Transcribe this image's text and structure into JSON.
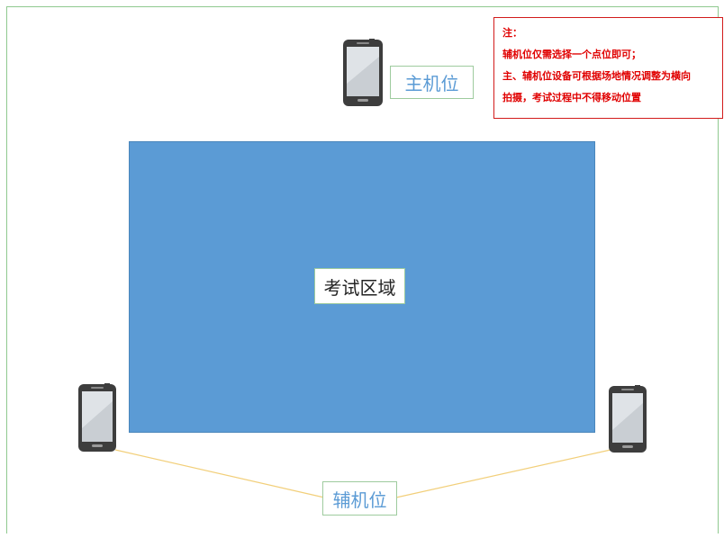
{
  "note": {
    "title": "注：",
    "line1": "辅机位仅需选择一个点位即可；",
    "line2": "主、辅机位设备可根据场地情况调整为横向",
    "line3": "拍摄，考试过程中不得移动位置"
  },
  "exam_area": {
    "label": "考试区域",
    "color": "#5b9bd5"
  },
  "main_camera": {
    "label": "主机位",
    "icon": "smartphone-icon"
  },
  "aux_camera": {
    "label": "辅机位",
    "icon": "smartphone-icon"
  },
  "colors": {
    "note_text": "#e00000",
    "note_border": "#d21b1b",
    "label_text": "#5b9bd5",
    "connector": "#f2cf7a",
    "frame": "#8fc98f"
  }
}
